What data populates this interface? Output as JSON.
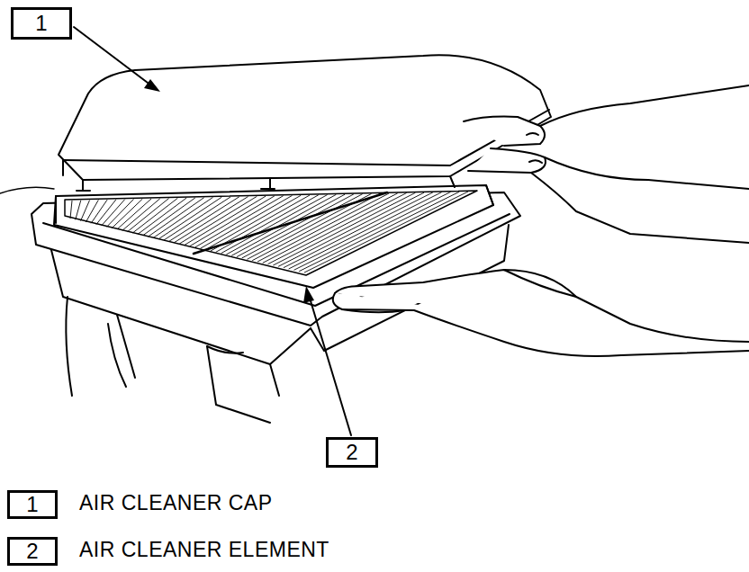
{
  "diagram": {
    "nodes": [
      {
        "text": [
          "1"
        ]
      },
      {
        "text": [
          "2"
        ]
      },
      {
        "text": [
          "1"
        ]
      },
      {
        "text": [
          "2"
        ]
      }
    ],
    "labels": [
      "AIR CLEANER CAP",
      "AIR CLEANER ELEMENT"
    ]
  }
}
